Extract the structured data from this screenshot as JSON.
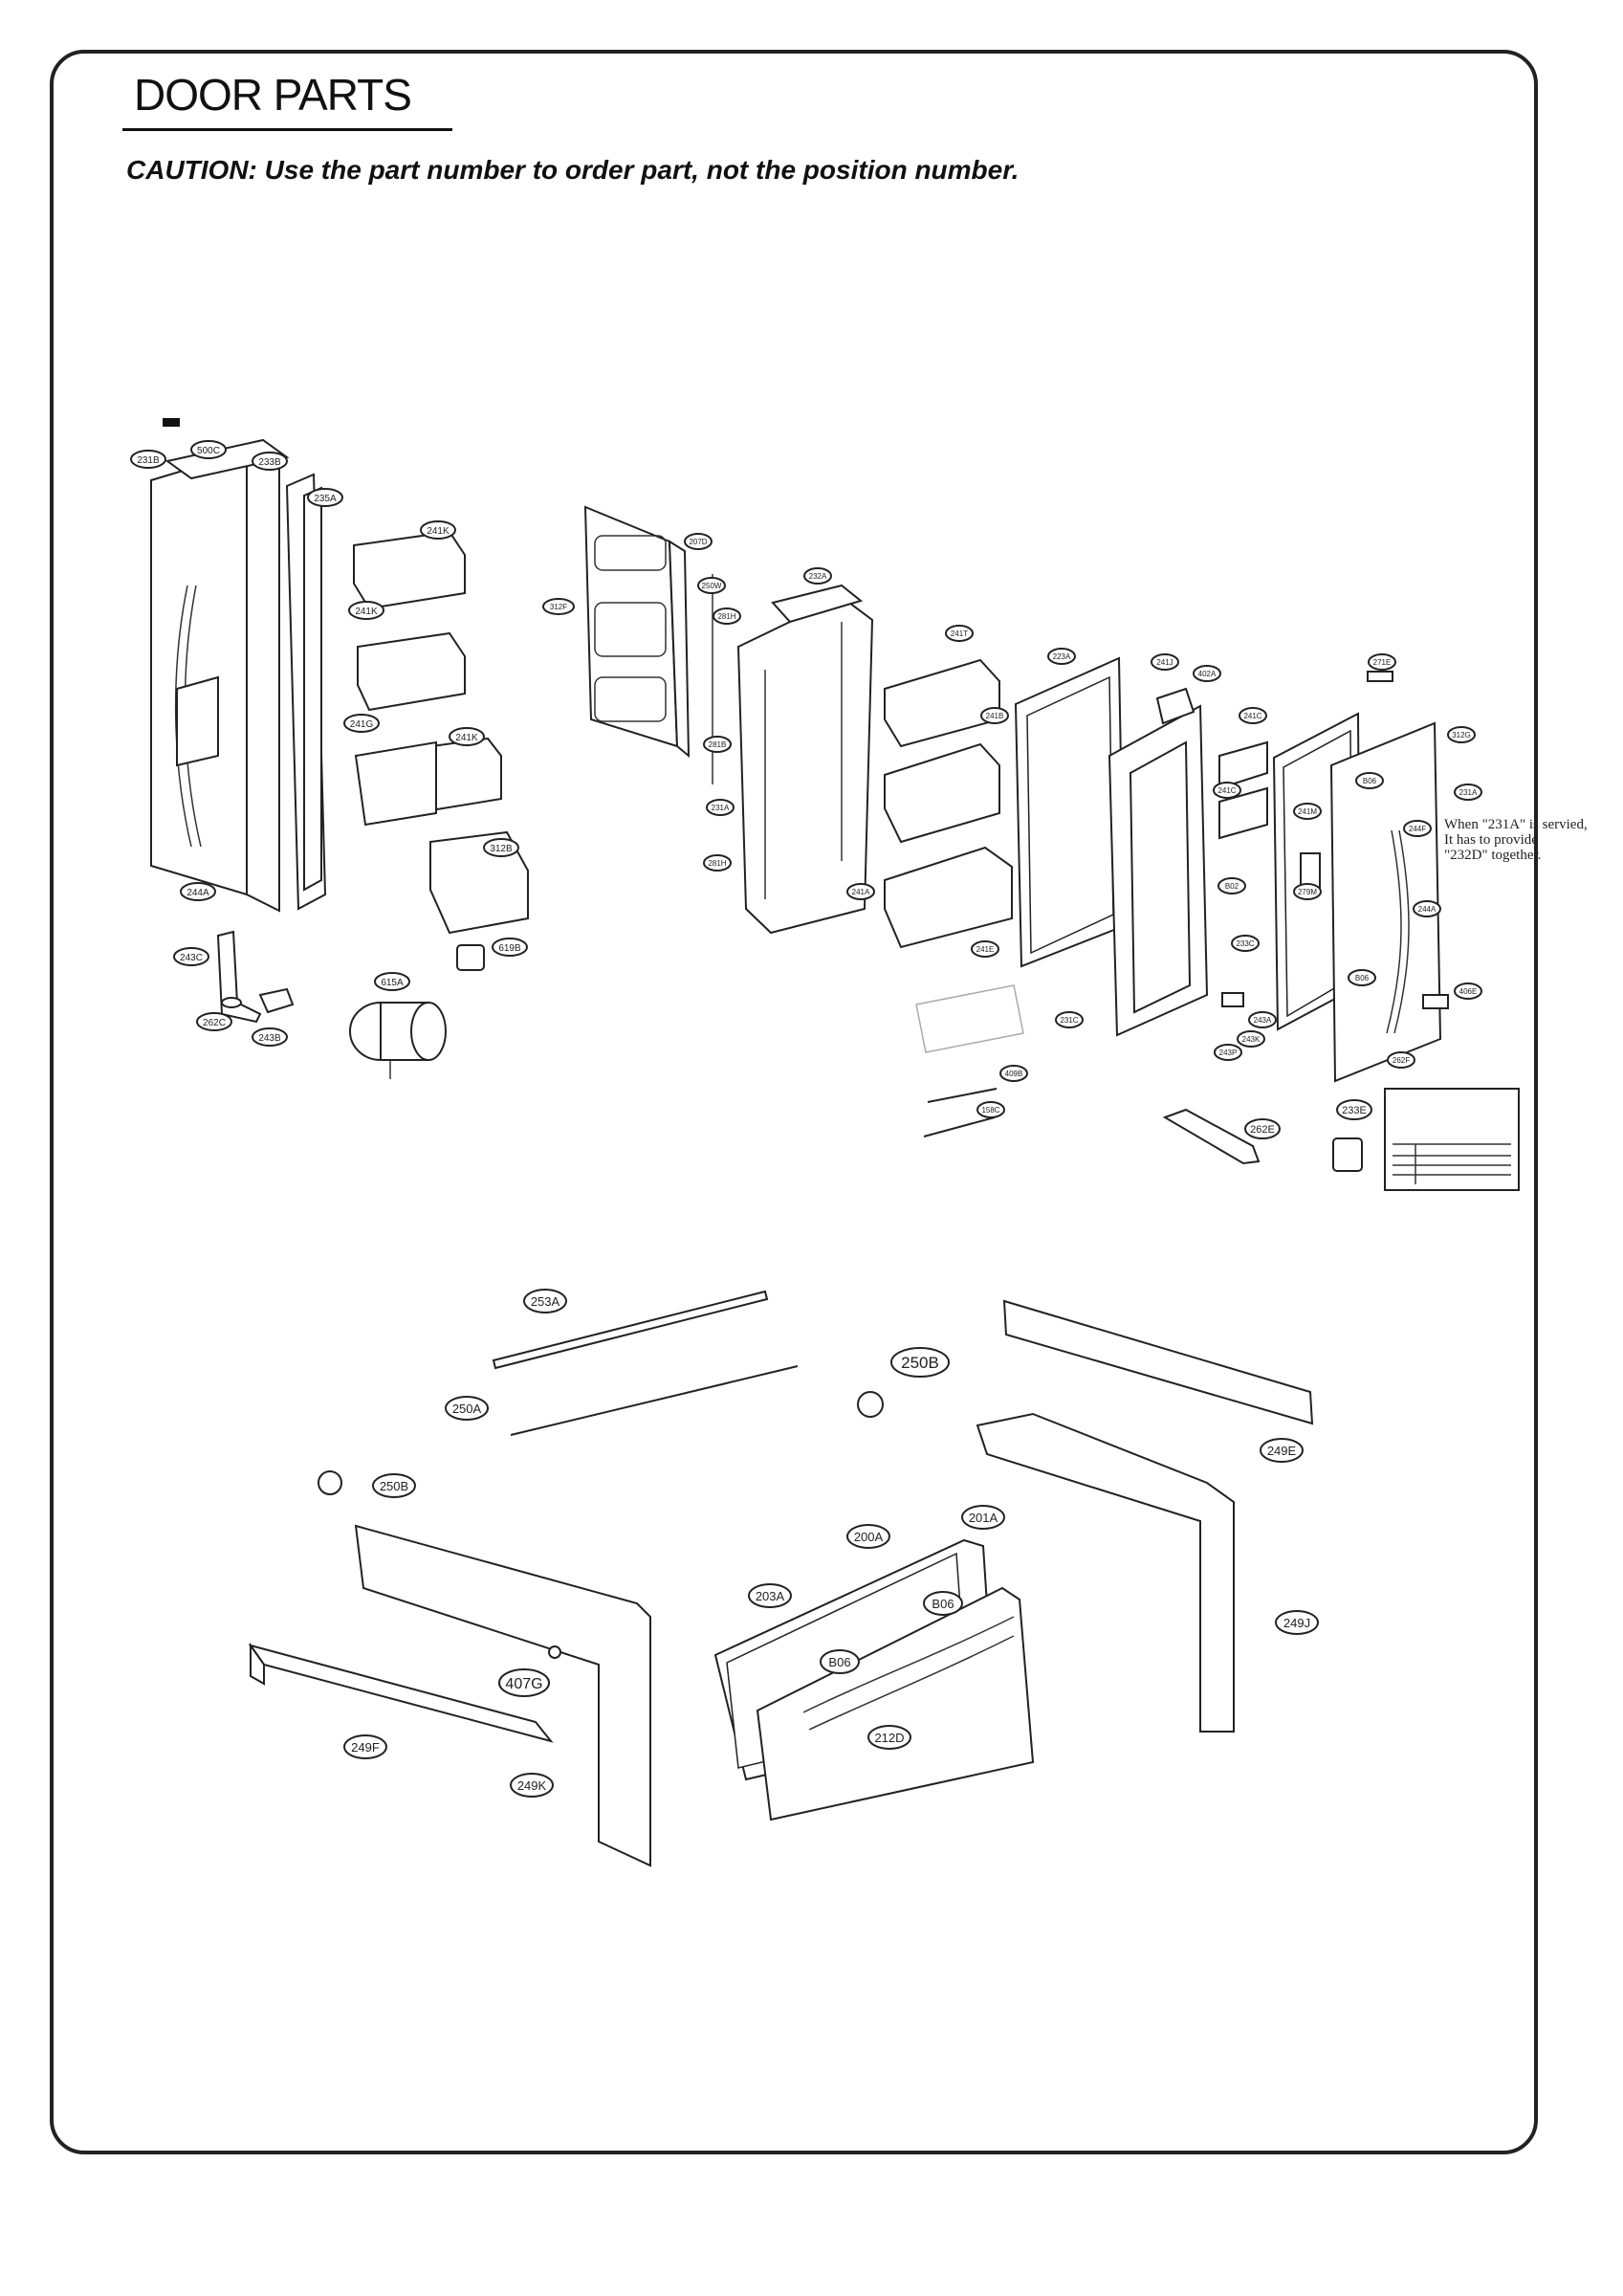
{
  "header": {
    "title": "DOOR PARTS",
    "caution": "CAUTION: Use the part number to order part, not the position number."
  },
  "note": {
    "line1": "When \"231A\" is servied,",
    "line2": "It has to provide",
    "line3": "\"232D\" together."
  },
  "callouts": [
    "231B",
    "500C",
    "233B",
    "235A",
    "241K",
    "241K",
    "241G",
    "241K",
    "312B",
    "244A",
    "243C",
    "262C",
    "243B",
    "619B",
    "615A",
    "312F",
    "207D",
    "250W",
    "281H",
    "231A",
    "281H",
    "281B",
    "232A",
    "241T",
    "241B",
    "241A",
    "241E",
    "223A",
    "231C",
    "241J",
    "402A",
    "271E",
    "241C",
    "241C",
    "241M",
    "312G",
    "B06",
    "231A",
    "244F",
    "B02",
    "279M",
    "233C",
    "244A",
    "B06",
    "406E",
    "243A",
    "243K",
    "243P",
    "262F",
    "409B",
    "158C",
    "262E",
    "233E",
    "253A",
    "250B",
    "250A",
    "249E",
    "250B",
    "200A",
    "201A",
    "203A",
    "B06",
    "B06",
    "212D",
    "407G",
    "249F",
    "249K",
    "249J"
  ]
}
